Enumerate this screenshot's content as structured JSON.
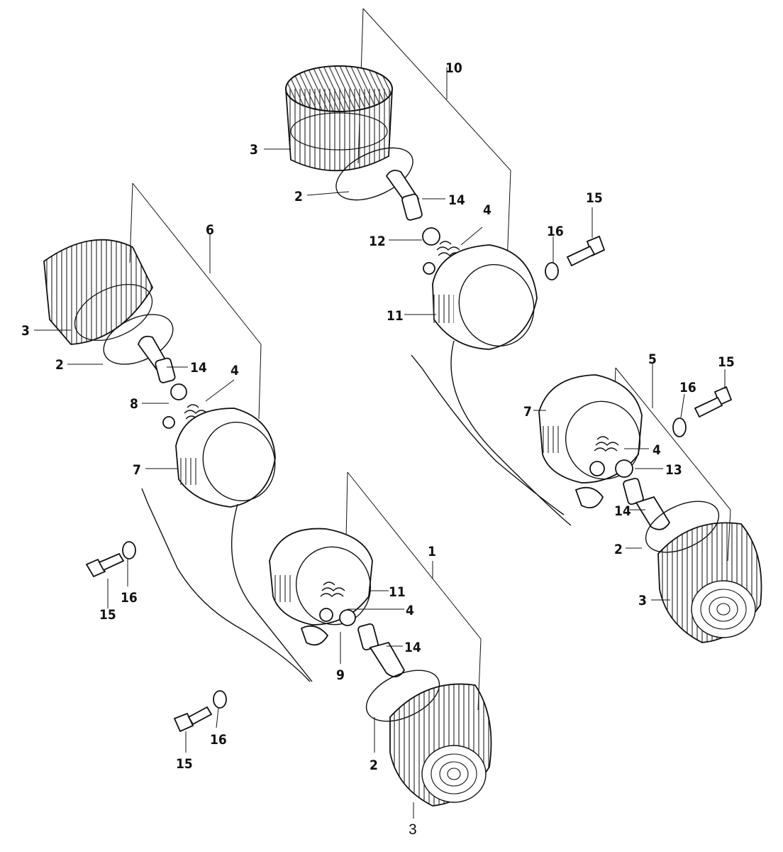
{
  "labels": {
    "part_1": "1",
    "part_2": "2",
    "part_3": "3",
    "part_4": "4",
    "part_5": "5",
    "part_6": "6",
    "part_7": "7",
    "part_8": "8",
    "part_9": "9",
    "part_10": "10",
    "part_11": "11",
    "part_12": "12",
    "part_13": "13",
    "part_14": "14",
    "part_15": "15",
    "part_16": "16"
  }
}
